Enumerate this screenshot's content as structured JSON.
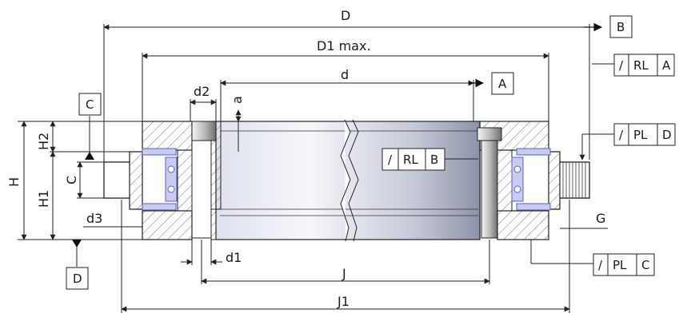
{
  "dimensions": {
    "D": "D",
    "D1": "D1 max.",
    "d": "d",
    "d1": "d1",
    "d2": "d2",
    "d3": "d3",
    "a": "a",
    "H": "H",
    "H1": "H1",
    "H2": "H2",
    "C": "C",
    "J": "J",
    "J1": "J1",
    "G": "G"
  },
  "datums": {
    "A": "A",
    "B": "B",
    "C": "C",
    "D": "D"
  },
  "tolerance_frames": {
    "rl_a": {
      "symbol": "/",
      "code": "RL",
      "datum": "A"
    },
    "pl_d": {
      "symbol": "/",
      "code": "PL",
      "datum": "D"
    },
    "rl_b": {
      "symbol": "/",
      "code": "RL",
      "datum": "B"
    },
    "pl_c": {
      "symbol": "/",
      "code": "PL",
      "datum": "C"
    }
  },
  "colors": {
    "line": "#222222",
    "hatch": "#555555",
    "bore_light": "#f2f4fa",
    "bore_dark": "#8e93a8",
    "roller": "#c9cbf0",
    "roller_outline": "#5a5fc0"
  }
}
